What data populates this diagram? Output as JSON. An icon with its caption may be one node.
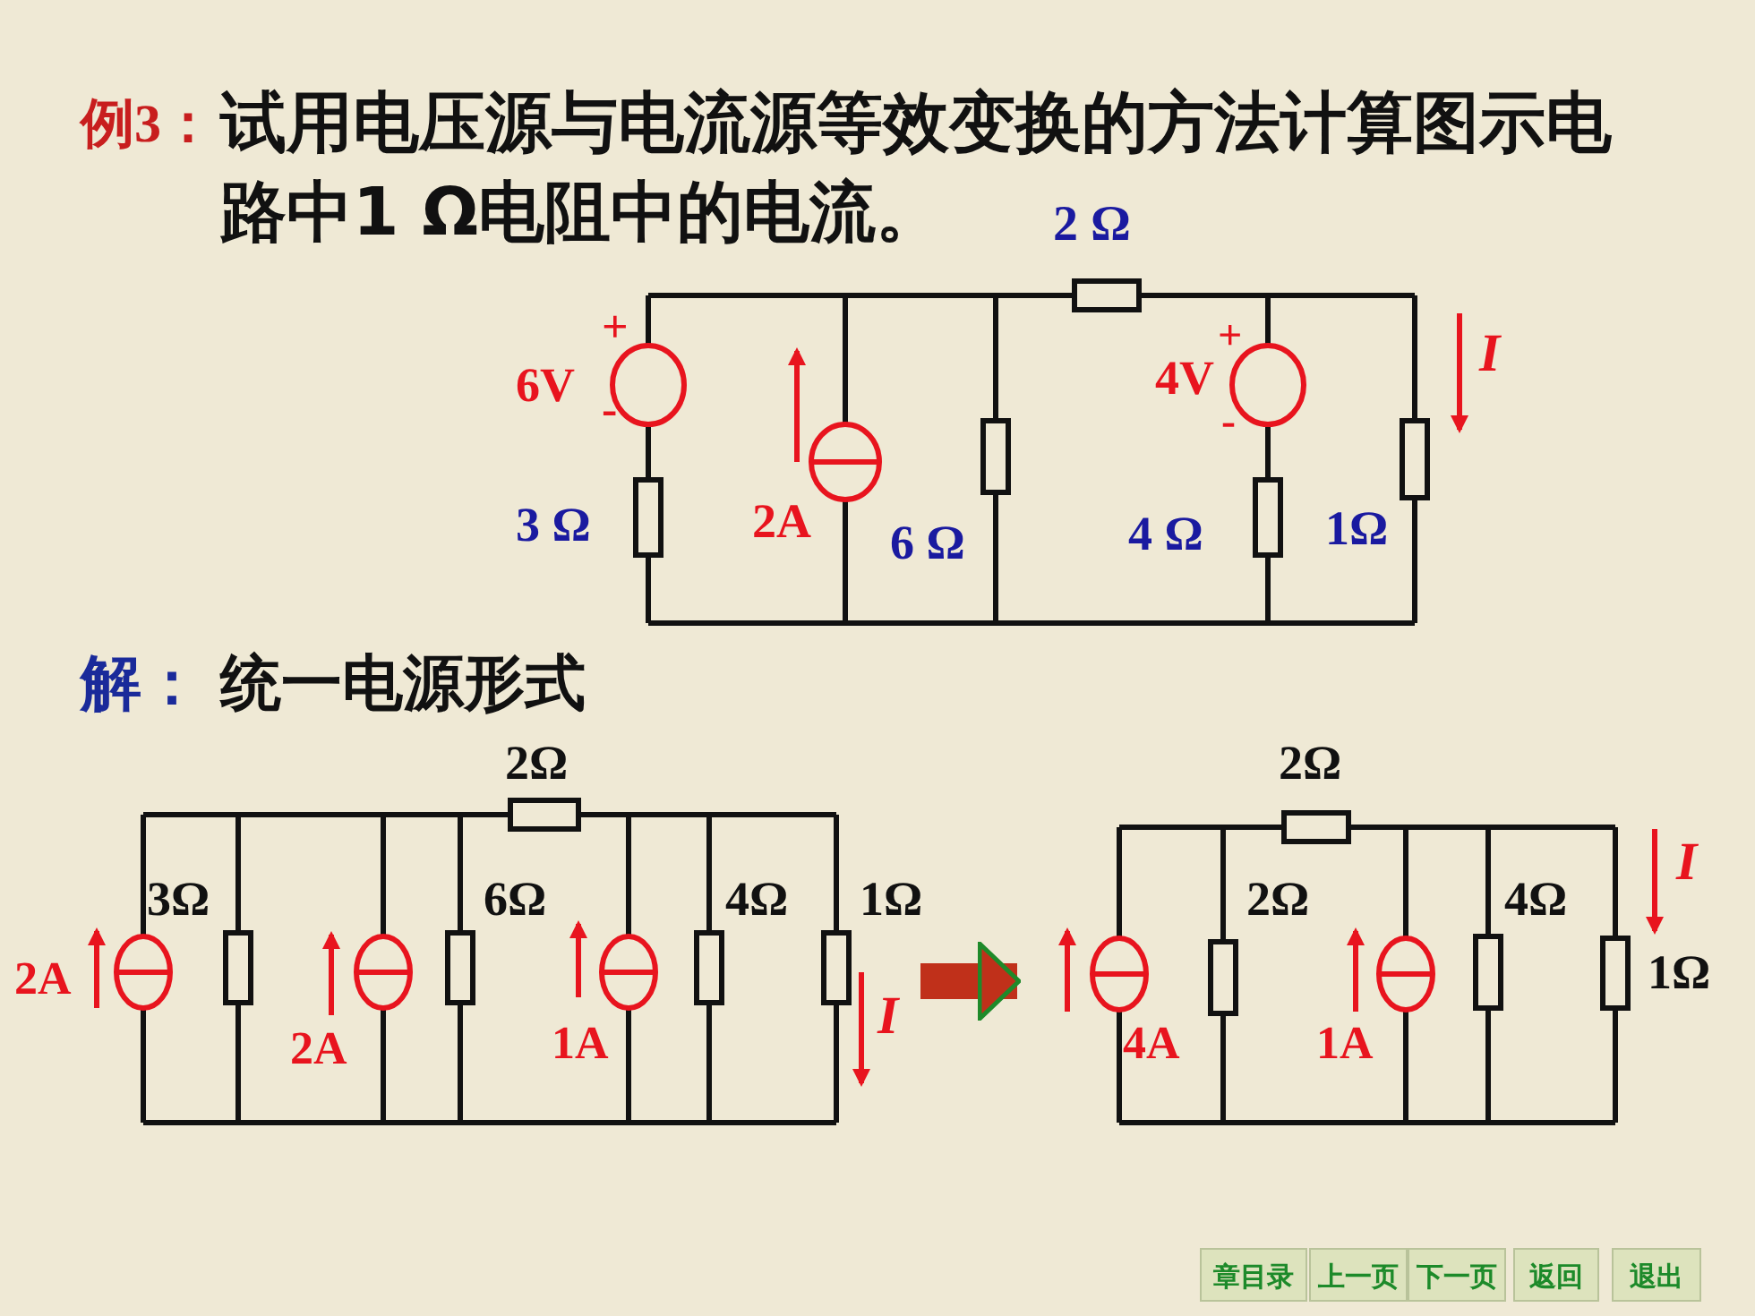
{
  "diagram": {
    "title": "试用电压源与电流源等效变换的方法计算图示电路中1 Ω电阻中的电流。",
    "nodes": [
      {
        "text": [
          "2Ω",
          "3Ω",
          "6Ω",
          "4Ω",
          "1Ω",
          "2A",
          "2A",
          "1A",
          "I"
        ]
      },
      {
        "text": [
          "2Ω",
          "2Ω",
          "4Ω",
          "I",
          "1Ω",
          "4A",
          "1A"
        ]
      }
    ],
    "edges": [
      {
        "from": 0,
        "to": 1,
        "arrow": "to"
      }
    ],
    "labels": [
      "例3：",
      "2 Ω",
      "6V",
      "+",
      "-",
      "3 Ω",
      "2A",
      "6 Ω",
      "4V",
      "+",
      "-",
      "4 Ω",
      "1Ω",
      "I",
      "解：",
      "统一电源形式",
      "章目录",
      "上一页",
      "下一页",
      "返回",
      "退出"
    ]
  }
}
